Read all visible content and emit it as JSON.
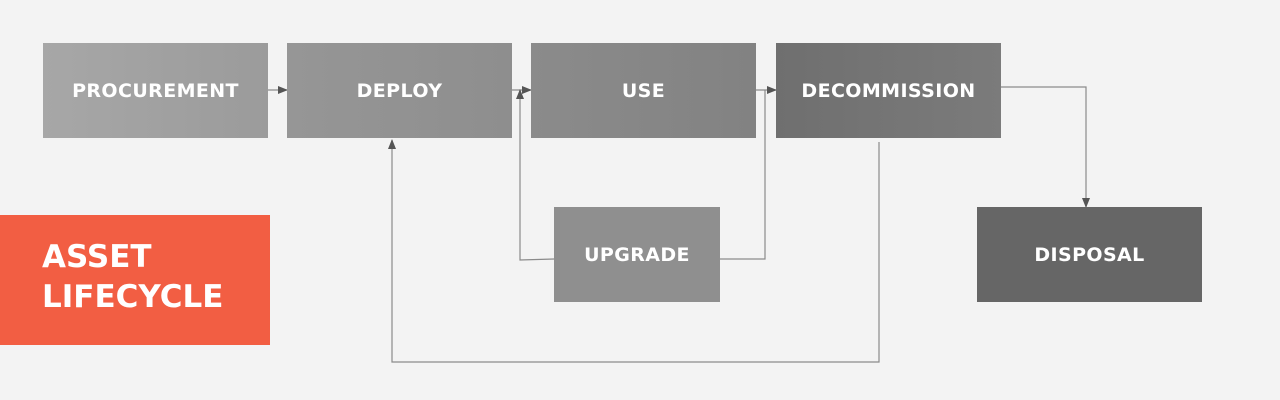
{
  "diagram": {
    "title_line1": "ASSET",
    "title_line2": "LIFECYCLE",
    "nodes": {
      "procurement": "PROCUREMENT",
      "deploy": "DEPLOY",
      "use": "USE",
      "decommission": "DECOMMISSION",
      "upgrade": "UPGRADE",
      "disposal": "DISPOSAL"
    },
    "edges": [
      {
        "from": "procurement",
        "to": "deploy"
      },
      {
        "from": "deploy",
        "to": "use"
      },
      {
        "from": "use",
        "to": "decommission"
      },
      {
        "from": "use",
        "to": "upgrade"
      },
      {
        "from": "upgrade",
        "to": "deploy"
      },
      {
        "from": "decommission",
        "to": "disposal"
      },
      {
        "from": "decommission",
        "to": "deploy"
      }
    ],
    "colors": {
      "background": "#f3f3f3",
      "accent": "#f25e43",
      "line": "#8a8a8a",
      "arrow": "#555555"
    }
  }
}
